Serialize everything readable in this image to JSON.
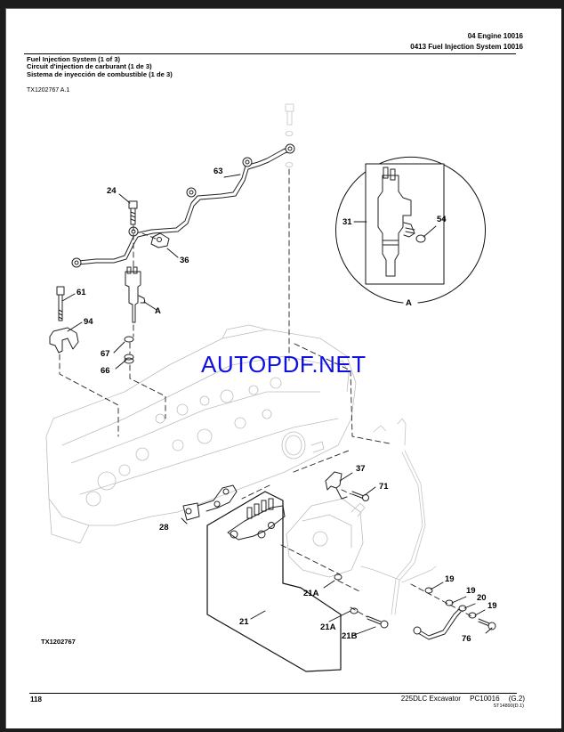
{
  "header": {
    "section": "04 Engine 10016",
    "subsection": "0413 Fuel Injection System 10016"
  },
  "title": {
    "en": "Fuel Injection System (1 of 3)",
    "fr": "Circuit d'injection de carburant (1 de 3)",
    "es": "Sistema de inyección de combustible (1 de 3)"
  },
  "reference": "TX1202767 A.1",
  "watermark": "AUTOPDF.NET",
  "figure": {
    "code": "TX1202767",
    "detail_label": "A",
    "callouts": {
      "c24": "24",
      "c63": "63",
      "c36": "36",
      "c61": "61",
      "c94": "94",
      "cA": "A",
      "c67": "67",
      "c66": "66",
      "c31": "31",
      "c54": "54",
      "cA2": "A",
      "c37": "37",
      "c71": "71",
      "c28": "28",
      "c21": "21",
      "c21A1": "21A",
      "c21A2": "21A",
      "c21B": "21B",
      "c19a": "19",
      "c19b": "19",
      "c20": "20",
      "c19c": "19",
      "c76": "76"
    }
  },
  "footer": {
    "page_number": "118",
    "model": "225DLC Excavator",
    "catalog": "PC10016",
    "revision": "(G.2)",
    "code": "ST14890(D.1)"
  },
  "colors": {
    "watermark": "#1010e0",
    "frame": "#1c1c1c",
    "line_art": "#000000",
    "ghost_art": "#b8b8b8"
  }
}
